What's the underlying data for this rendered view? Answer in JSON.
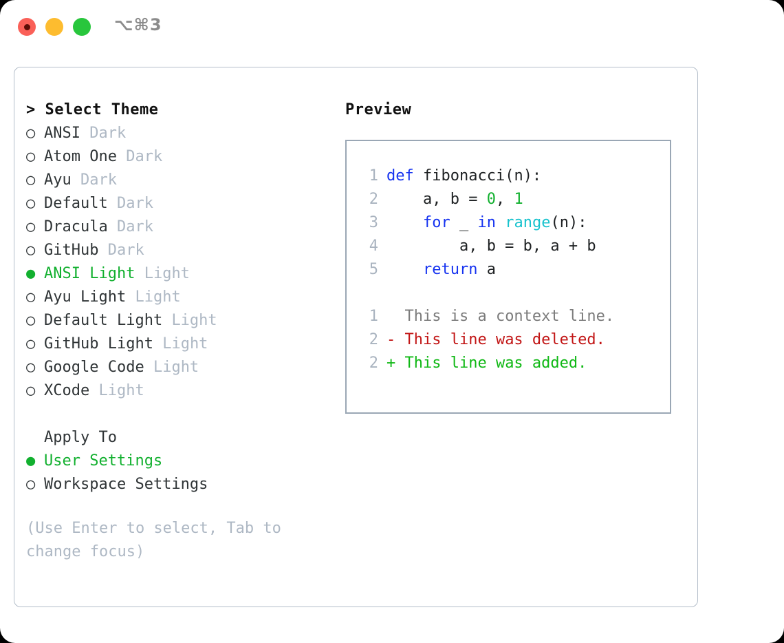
{
  "titlebar": {
    "shortcut": "⌥⌘3",
    "buttons": [
      {
        "name": "close",
        "color": "#fa6058"
      },
      {
        "name": "minimize",
        "color": "#fdbc2f"
      },
      {
        "name": "zoom",
        "color": "#28c63c"
      }
    ]
  },
  "theme_panel": {
    "title": "> Select Theme",
    "items": [
      {
        "bullet": "○",
        "label": "ANSI",
        "tag": "Dark",
        "selected": false
      },
      {
        "bullet": "○",
        "label": "Atom One",
        "tag": "Dark",
        "selected": false
      },
      {
        "bullet": "○",
        "label": "Ayu",
        "tag": "Dark",
        "selected": false
      },
      {
        "bullet": "○",
        "label": "Default",
        "tag": "Dark",
        "selected": false
      },
      {
        "bullet": "○",
        "label": "Dracula",
        "tag": "Dark",
        "selected": false
      },
      {
        "bullet": "○",
        "label": "GitHub",
        "tag": "Dark",
        "selected": false
      },
      {
        "bullet": "●",
        "label": "ANSI Light",
        "tag": "Light",
        "selected": true
      },
      {
        "bullet": "○",
        "label": "Ayu Light",
        "tag": "Light",
        "selected": false
      },
      {
        "bullet": "○",
        "label": "Default Light",
        "tag": "Light",
        "selected": false
      },
      {
        "bullet": "○",
        "label": "GitHub Light",
        "tag": "Light",
        "selected": false
      },
      {
        "bullet": "○",
        "label": "Google Code",
        "tag": "Light",
        "selected": false
      },
      {
        "bullet": "○",
        "label": "XCode",
        "tag": "Light",
        "selected": false
      }
    ]
  },
  "apply_to": {
    "heading": "Apply To",
    "options": [
      {
        "bullet": "●",
        "label": "User Settings",
        "selected": true
      },
      {
        "bullet": "○",
        "label": "Workspace Settings",
        "selected": false
      }
    ]
  },
  "hint": "(Use Enter to select, Tab to change focus)",
  "preview": {
    "title": "Preview",
    "code_lines": [
      {
        "num": "1",
        "tokens": [
          {
            "t": "def",
            "c": "kw"
          },
          {
            "t": " fibonacci(n):",
            "c": "txt"
          }
        ]
      },
      {
        "num": "2",
        "tokens": [
          {
            "t": "    a, b = ",
            "c": "txt"
          },
          {
            "t": "0",
            "c": "num"
          },
          {
            "t": ", ",
            "c": "txt"
          },
          {
            "t": "1",
            "c": "num"
          }
        ]
      },
      {
        "num": "3",
        "tokens": [
          {
            "t": "    ",
            "c": "txt"
          },
          {
            "t": "for",
            "c": "kw"
          },
          {
            "t": " _ ",
            "c": "txt"
          },
          {
            "t": "in",
            "c": "kw"
          },
          {
            "t": " ",
            "c": "txt"
          },
          {
            "t": "range",
            "c": "fn"
          },
          {
            "t": "(n):",
            "c": "txt"
          }
        ]
      },
      {
        "num": "4",
        "tokens": [
          {
            "t": "        a, b = b, a + b",
            "c": "txt"
          }
        ]
      },
      {
        "num": "5",
        "tokens": [
          {
            "t": "    ",
            "c": "txt"
          },
          {
            "t": "return",
            "c": "kw"
          },
          {
            "t": " a",
            "c": "txt"
          }
        ]
      }
    ],
    "diff_lines": [
      {
        "num": "1",
        "marker": " ",
        "text": " This is a context line.",
        "kind": "d-ctx"
      },
      {
        "num": "2",
        "marker": "-",
        "text": " This line was deleted.",
        "kind": "d-del"
      },
      {
        "num": "2",
        "marker": "+",
        "text": " This line was added.",
        "kind": "d-add"
      }
    ]
  },
  "colors": {
    "accent_green": "#12b02f",
    "keyword_blue": "#1633f0",
    "function_cyan": "#17c2cd",
    "number_green": "#12b02f",
    "diff_delete_red": "#c21616",
    "diff_add_green": "#0fb814",
    "muted_tag": "#aeb8c4",
    "border": "#b3bdc9"
  }
}
